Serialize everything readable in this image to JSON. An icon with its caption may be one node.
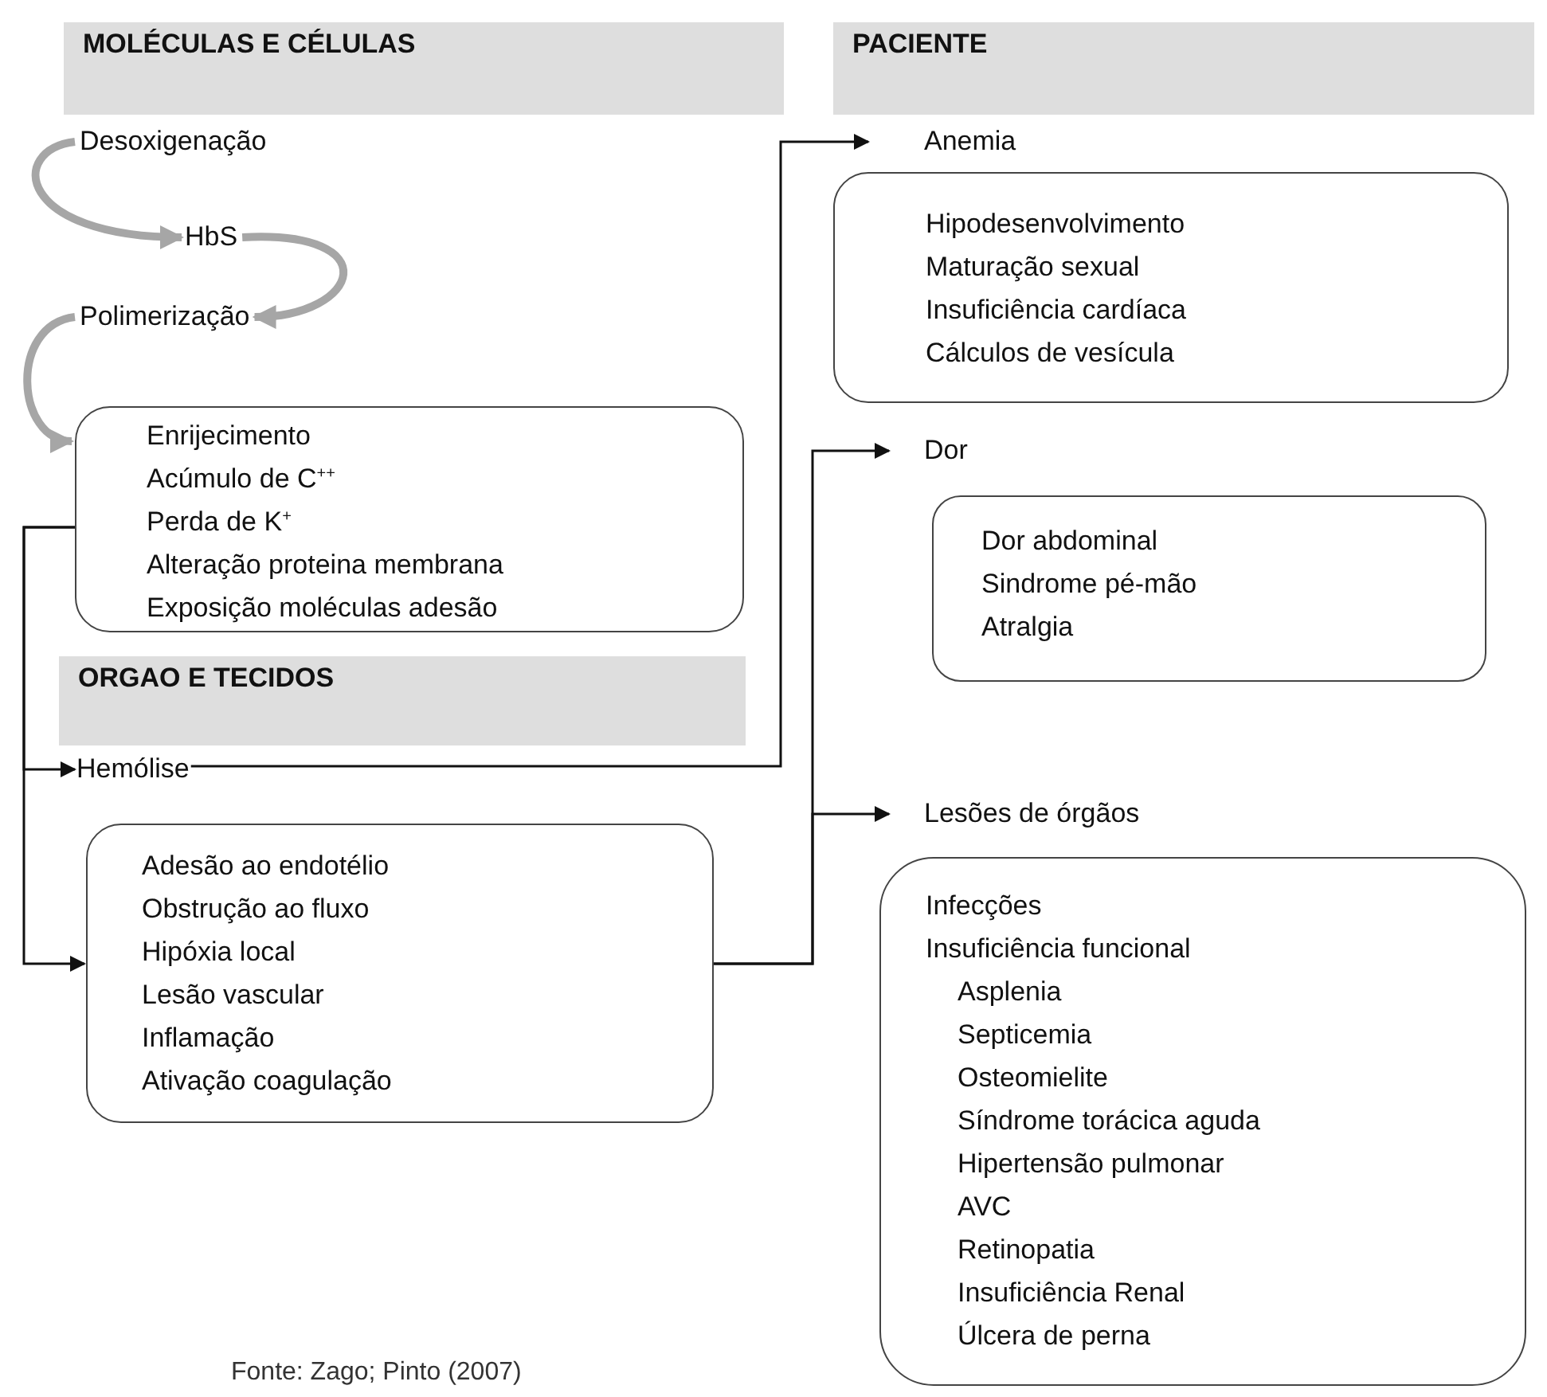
{
  "diagram": {
    "caption": "Fonte: Zago; Pinto (2007)",
    "nodes": [
      {
        "text": [
          "MOLÉCULAS E CÉLULAS"
        ]
      },
      {
        "text": [
          "Desoxigenação"
        ]
      },
      {
        "text": [
          "HbS"
        ]
      },
      {
        "text": [
          "Polimerização"
        ]
      },
      {
        "text": [
          "Enrijecimento",
          "Acúmulo de C$^{++}$",
          "Perda de K$^{+}$",
          "Alteração proteina membrana",
          "Exposição moléculas adesão"
        ]
      },
      {
        "text": [
          "ORGAO E TECIDOS"
        ]
      },
      {
        "text": [
          "Hemólise"
        ]
      },
      {
        "text": [
          "Adesão ao endotélio",
          "Obstrução ao fluxo",
          "Hipóxia local",
          "Lesão vascular",
          "Inflamação",
          "Ativação coagulação"
        ]
      },
      {
        "text": [
          "PACIENTE"
        ]
      },
      {
        "text": [
          "Anemia"
        ]
      },
      {
        "text": [
          "Hipodesenvolvimento",
          "Maturação sexual",
          "Insuficiência cardíaca",
          "Cálculos de vesícula"
        ]
      },
      {
        "text": [
          "Dor"
        ]
      },
      {
        "text": [
          "Dor abdominal",
          "Sindrome pé-mão",
          "Atralgia"
        ]
      },
      {
        "text": [
          "Lesões de órgãos"
        ]
      },
      {
        "text": [
          "Infecções",
          "Insuficiência funcional",
          "Asplenia",
          "Septicemia",
          "Osteomielite",
          "Síndrome torácica aguda",
          "Hipertensão pulmonar",
          "AVC",
          "Retinopatia",
          "Insuficiência Renal",
          "Úlcera de perna"
        ]
      }
    ],
    "edges": [
      {
        "from": 1,
        "to": 2,
        "arrow": "to",
        "style": "thick",
        "color": "#a6a6a6"
      },
      {
        "from": 2,
        "to": 3,
        "arrow": "to",
        "style": "thick",
        "color": "#a6a6a6"
      },
      {
        "from": 3,
        "to": 4,
        "arrow": "to",
        "style": "thick",
        "color": "#a6a6a6"
      },
      {
        "from": 4,
        "to": 6,
        "arrow": "to"
      },
      {
        "from": 4,
        "to": 7,
        "arrow": "to"
      },
      {
        "from": 6,
        "to": 9,
        "arrow": "to"
      },
      {
        "from": 7,
        "to": 11,
        "arrow": "to"
      },
      {
        "from": 7,
        "to": 13,
        "arrow": "to"
      }
    ]
  }
}
